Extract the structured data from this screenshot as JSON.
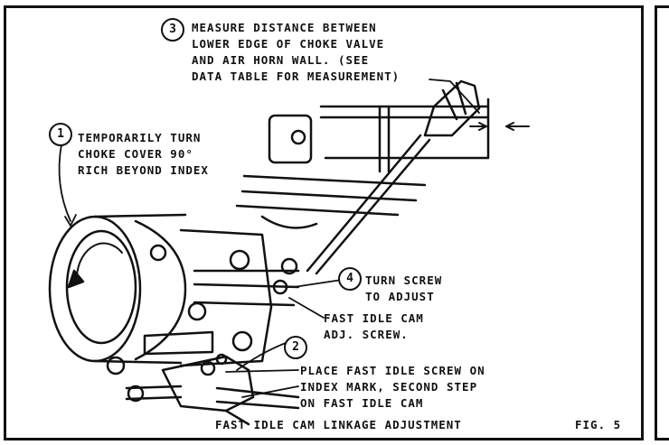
{
  "callouts": [
    {
      "number": "3",
      "lines": [
        "MEASURE DISTANCE BETWEEN",
        "LOWER EDGE OF CHOKE VALVE",
        "AND AIR HORN WALL. (SEE",
        "DATA TABLE FOR MEASUREMENT)"
      ]
    },
    {
      "number": "1",
      "lines": [
        "TEMPORARILY TURN",
        "CHOKE COVER 90°",
        "RICH BEYOND INDEX"
      ]
    },
    {
      "number": "4",
      "lines": [
        "TURN SCREW",
        "TO ADJUST"
      ]
    },
    {
      "number": "",
      "lines": [
        "FAST IDLE CAM",
        "ADJ. SCREW."
      ]
    },
    {
      "number": "2",
      "lines": [
        "PLACE FAST IDLE SCREW ON",
        "INDEX MARK, SECOND STEP",
        "ON FAST IDLE CAM"
      ]
    }
  ],
  "caption": "FAST IDLE CAM LINKAGE ADJUSTMENT",
  "figure_label": "FIG. 5"
}
